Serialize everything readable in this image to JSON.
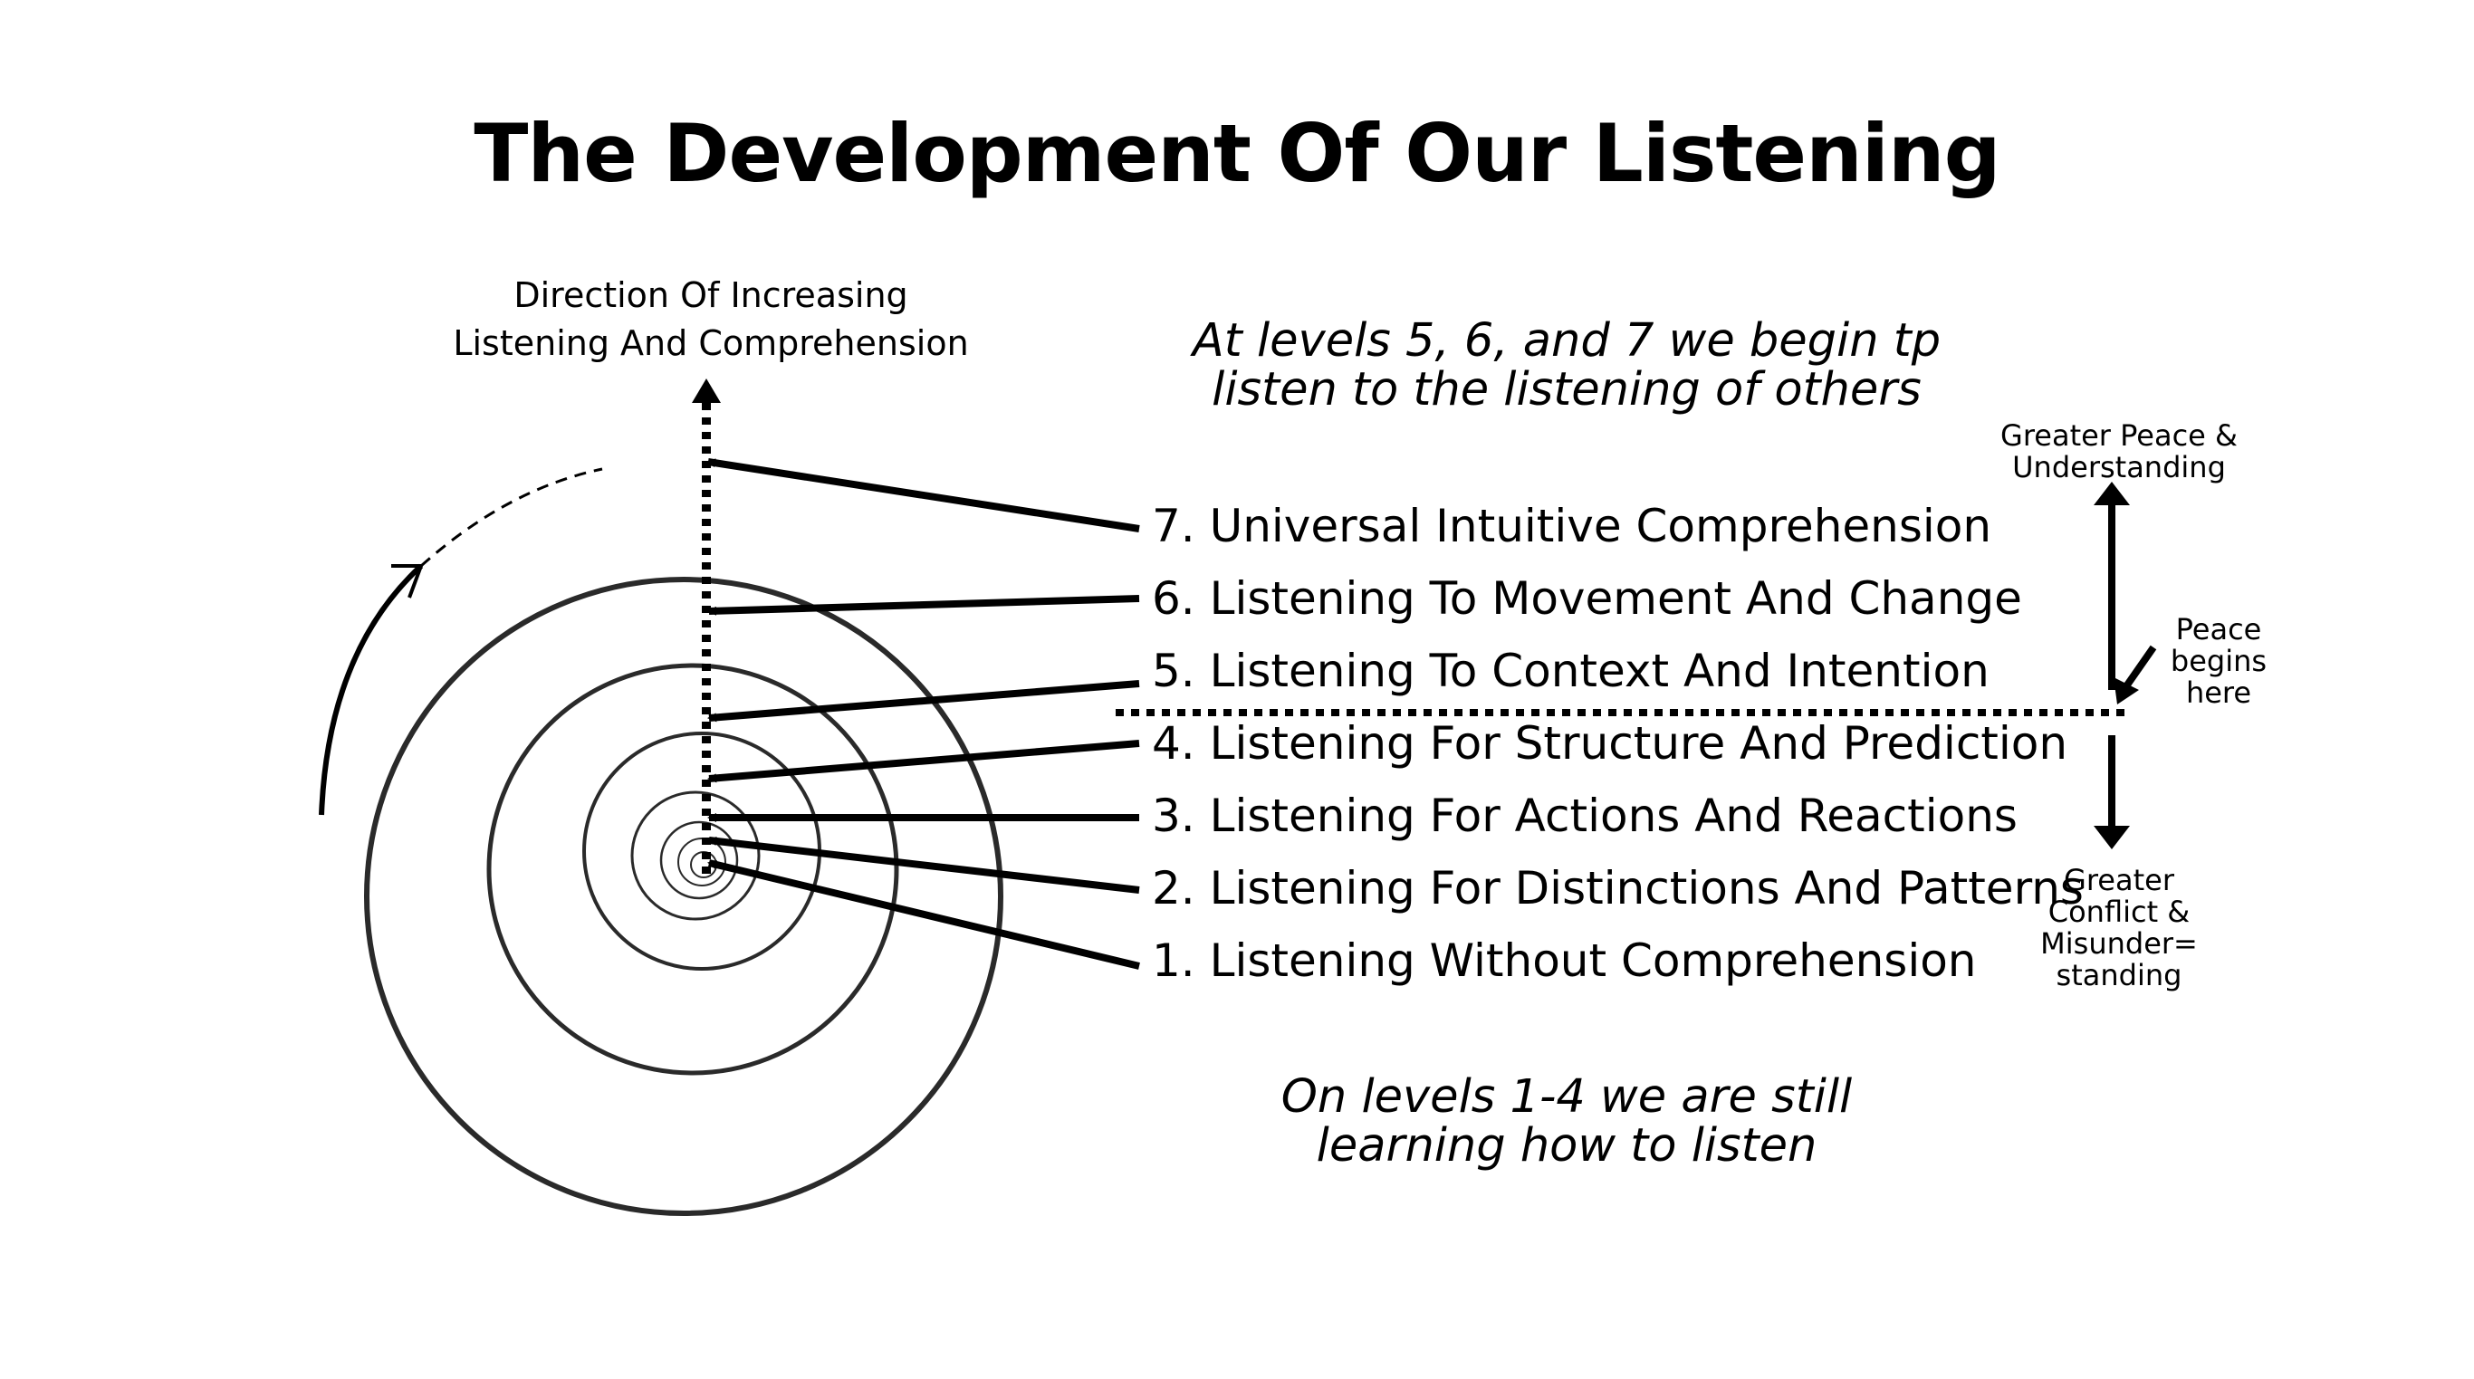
{
  "title": "The Development Of Our Listening",
  "direction_label": {
    "line1": "Direction Of Increasing",
    "line2": "Listening And Comprehension"
  },
  "note_top": {
    "line1": "At levels 5, 6, and 7 we begin tp",
    "line2": "listen to the listening of others"
  },
  "note_bottom": {
    "line1": "On levels 1-4 we are still",
    "line2": "learning how to listen"
  },
  "levels": [
    "7. Universal Intuitive Comprehension",
    "6. Listening To Movement And Change",
    "5. Listening To Context And Intention",
    "4. Listening For Structure And Prediction",
    "3. Listening For Actions And Reactions",
    "2. Listening For Distinctions And Patterns",
    "1. Listening Without Comprehension"
  ],
  "side_labels": {
    "top": {
      "line1": "Greater Peace &",
      "line2": "Understanding"
    },
    "middle": {
      "line1": "Peace",
      "line2": "begins",
      "line3": "here"
    },
    "bottom": {
      "line1": "Greater",
      "line2": "Conflict &",
      "line3": "Misunder=",
      "line4": "standing"
    }
  },
  "colors": {
    "background": "#ffffff",
    "ink": "#000000",
    "spiral": "#2a2a2a"
  }
}
